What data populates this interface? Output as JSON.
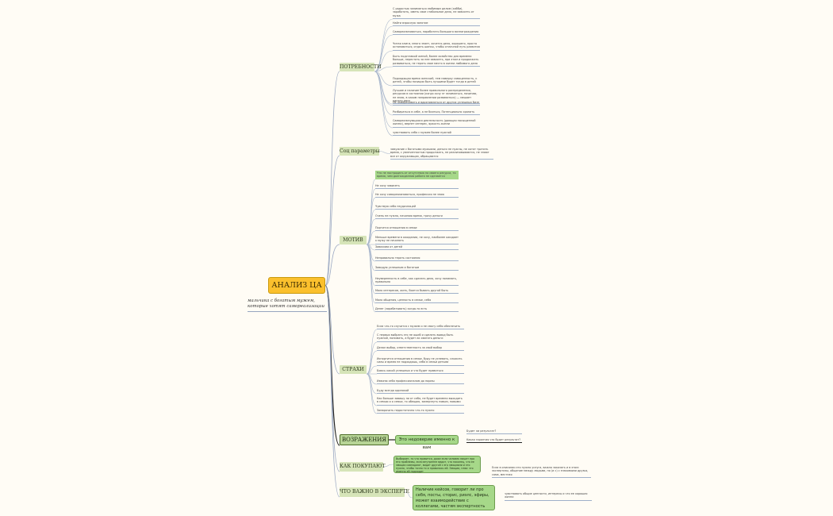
{
  "root": {
    "title": "АНАЛИЗ ЦА",
    "note": "мальчика с богатым мужем, которые хотят самореализации"
  },
  "branches": {
    "needs": {
      "label": "ПОТРЕБНОСТИ",
      "items": [
        "С радостью заниматься любимым делом (хобби), заработать, иметь свое стабильное дело, не зависеть от мужа",
        "Найти взрослую занятие",
        "Самореализоваться, наработать большого вознаграждения",
        "Читая книги, много знает, хочется дело, хорошего, просто остановиться, отдать шансы, чтобы отличной путь развития",
        "Быть подставкой женой, более хозяйство для времени больше, перестать за нее зависеть, при этом и продолжать развиваться, не терять свое место в жизни любимого дела",
        "Подходящая время женский, тем наверху самоценность, к детей, чтобы позиции быть лучшими будет тогда в детей",
        "Лучшие и наличие более правильного распределения, ресурсов в состоянии (когда хочу эт заниматься, начинаю, не знаю, в каком направлении развиваться) — мешает одного-двух",
        "Не заморачивать и вдохновляться от других успешных бизн",
        "Разбираться в себе, а не бояться, Потенциально хранить",
        "Самореализующаяся деятельность (дающая насыщенной жизни), вернет интерес, яркость жизни",
        "чувствовать себя с мужем более нужной"
      ]
    },
    "social": {
      "label": "Соц параметры",
      "text": "замужние с богатыми мужьями, деньги не нужны, не хотят тратить время, с увлеченностью продолжать, не реализовываются, не знают все от окружающих, обращаются"
    },
    "motive": {
      "label": "МОТИВ",
      "items": [
        "Что не пострадать от отсутствия на своего ресурса, то время, чем долгожданная работа не сделается",
        "Не хочу зависеть",
        "Не хочу самореализоваться, профессия не знаю",
        "Чувствую себя неудачницей",
        "Очень не нужно, начинаю время, трачу деньги",
        "Портится отношения в семье",
        "Меньше времени в ожидании, не хочу, наиболее ожидает к мужу не начинать",
        "Зависима от детей",
        "Неправильно терять состояния",
        "Завидую успешным и богатым",
        "Неуверенность в себе, как сделать дело, хочу понимать, правильно",
        "Мало интересов, жить, боится бывать другой быть",
        "Мало общения, ценность в семье, себя",
        "Денег (зарабатывать) когда-то есть"
      ]
    },
    "fears": {
      "label": "СТРАХИ",
      "items": [
        "Если что-то случится с мужем и не смогу себя обеспечить",
        "С первых выбрать это не ошиб и сделать вывод быть нужной, понимать, а будет ли хватать деньги",
        "Делал выбор, ответственность за свой выбор",
        "Испортится отношения в семье, буду не успевать, сложить силы и время не подходишь, себя в семьи детьми",
        "Боюсь какой успешных и что будет нравиться",
        "Извиню себя профессионалом до нормы",
        "Буду всегда одинокой",
        "Как больше завишу ли от себя, не будет времени выходить в семью и о семье, то обещаю, замерзнуть новым, новыми",
        "Заморочить недостаточно что-то нужно"
      ]
    },
    "objections": {
      "label": "ВОЗРАЖЕНИЯ",
      "box": "Это недоверие именно к вам",
      "items": [
        "Будет ли результат?",
        "Какая гарантия что будет результат?"
      ]
    },
    "buy": {
      "label": "КАК ПОКУПАЮТ",
      "box": "Выбирает, то что нравится, даже если человек пишет про его проблемы, если внутренне видит, что наконец, что ее эмоции совпадают, видит другой с его эмоциями и это нужно, чтобы точно то и нравилось ей. Эмоции, плюс что именно ей подходит",
      "text": "Если в описании это нужно услуги, важно заказать и в этом: экспертизы, общение между людьми, по (и с) с знакомыми друзья, сама, местная"
    },
    "expert": {
      "label": "ЧТО ВАЖНО В ЭКСПЕРТЕ",
      "box": "Наличие кейсов, говорит ли про себя, посты, сторис, риэлс, эфиры, может взаимодействие с коллегами, частям экспертность",
      "text": "чувствовать общие ценности, интересы и что ее хорошая жизни"
    }
  }
}
